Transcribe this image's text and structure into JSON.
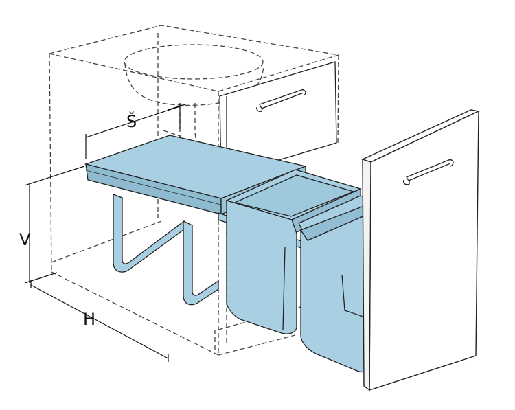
{
  "dimensions": {
    "width_label": "Š",
    "height_label": "V",
    "depth_label": "H"
  },
  "colors": {
    "bin": "#a9d0e2",
    "bin_dark": "#93bdd2",
    "outline": "#222222",
    "dashed": "#444444",
    "background": "#ffffff"
  }
}
